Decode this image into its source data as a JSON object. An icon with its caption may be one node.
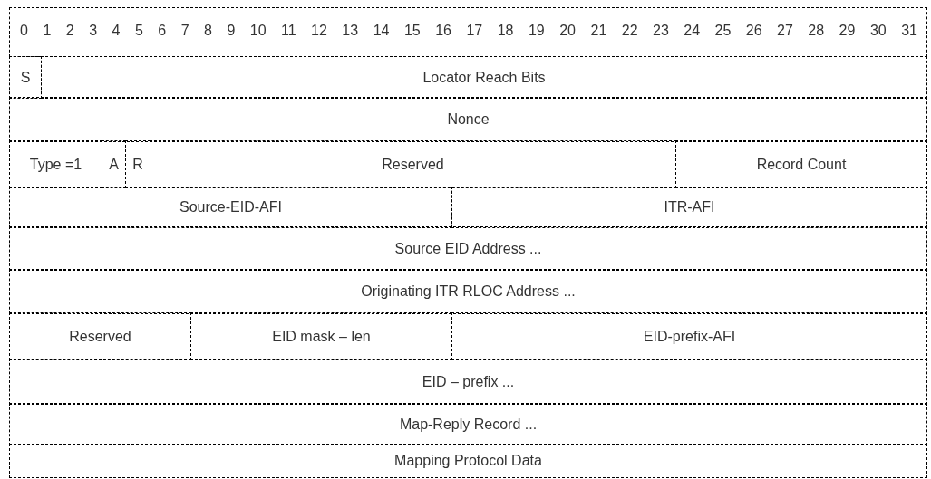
{
  "diagram": {
    "nodes": [
      {
        "text": [
          "S"
        ]
      },
      {
        "text": [
          "Locator Reach Bits"
        ]
      },
      {
        "text": [
          "Nonce"
        ]
      },
      {
        "text": [
          "Type =1"
        ]
      },
      {
        "text": [
          "A"
        ]
      },
      {
        "text": [
          "R"
        ]
      },
      {
        "text": [
          "Reserved"
        ]
      },
      {
        "text": [
          "Record Count"
        ]
      },
      {
        "text": [
          "Source-EID-AFI"
        ]
      },
      {
        "text": [
          "ITR-AFI"
        ]
      },
      {
        "text": [
          "Source EID Address ..."
        ]
      },
      {
        "text": [
          "Originating ITR RLOC Address ..."
        ]
      },
      {
        "text": [
          "Reserved"
        ]
      },
      {
        "text": [
          "EID mask – len"
        ]
      },
      {
        "text": [
          "EID-prefix-AFI"
        ]
      },
      {
        "text": [
          "EID – prefix ..."
        ]
      },
      {
        "text": [
          "Map-Reply Record ..."
        ]
      },
      {
        "text": [
          "Mapping Protocol Data"
        ]
      }
    ],
    "labels": [
      "0",
      "1",
      "2",
      "3",
      "4",
      "5",
      "6",
      "7",
      "8",
      "9",
      "10",
      "11",
      "12",
      "13",
      "14",
      "15",
      "16",
      "17",
      "18",
      "19",
      "20",
      "21",
      "22",
      "23",
      "24",
      "25",
      "26",
      "27",
      "28",
      "29",
      "30",
      "31"
    ]
  }
}
